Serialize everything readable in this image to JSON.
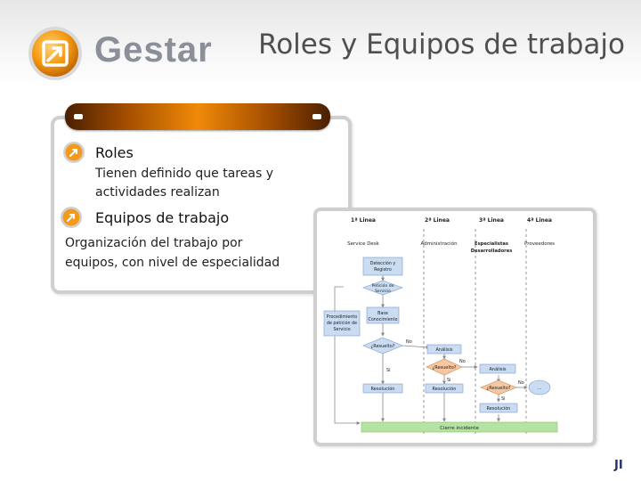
{
  "header": {
    "brand": "Gestar",
    "title": "Roles y Equipos de trabajo",
    "logo_icon": "arrow-logo-icon"
  },
  "items": [
    {
      "title": "Roles",
      "description_lines": [
        "Tienen definido que tareas y",
        "actividades realizan"
      ]
    },
    {
      "title": "Equipos de trabajo",
      "description_lines": [
        "Organización del trabajo por",
        "equipos, con nivel de especialidad"
      ]
    }
  ],
  "diagram": {
    "lanes": [
      {
        "title": "1ª Linea",
        "subtitle": "Service Desk"
      },
      {
        "title": "2ª Linea",
        "subtitle": "Administración"
      },
      {
        "title": "3ª Linea",
        "subtitle": "Especialistas\nDesarrolladores"
      },
      {
        "title": "4ª Linea",
        "subtitle": "Proveedores"
      }
    ],
    "nodes": {
      "n1": "Detección y Registro",
      "n2": "Petición de Servicio",
      "n3": "Base Conocimiento",
      "side": "Procedimiento de petición de Servicio",
      "d1": "¿Resuelto?",
      "a1": "Análisis",
      "d2": "¿Resuelto?",
      "a2": "Análisis",
      "r1": "Resolución",
      "r2": "Resolución",
      "d3": "¿Resuelto?",
      "r3": "Resolución",
      "dots": "...",
      "close": "Cierre incidente"
    },
    "labels": {
      "no": "No",
      "si": "Si"
    }
  },
  "colors": {
    "accent": "#f08a08",
    "dark_accent": "#4a1f00",
    "box_fill": "#c9dcf2",
    "close_fill": "#b6e3a3"
  },
  "footer_mark": "JI"
}
